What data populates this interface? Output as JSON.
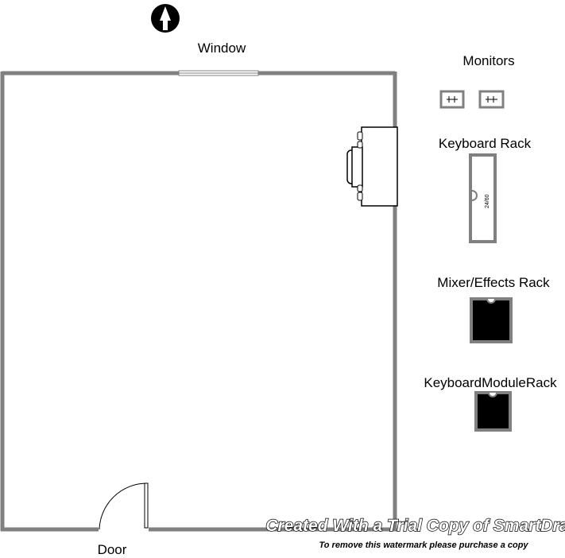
{
  "labels": {
    "window": "Window",
    "monitors": "Monitors",
    "keyboard_rack": "Keyboard Rack",
    "keyboard_rack_size": "24/60",
    "mixer_effects_rack": "Mixer/Effects Rack",
    "keyboard_module_rack": "KeyboardModuleRack",
    "door": "Door"
  },
  "watermark": {
    "line1": "Created With a Trial Copy of SmartDraw",
    "line2": "To remove this watermark please purchase a copy"
  },
  "icons": [
    "north-arrow-icon"
  ],
  "colors": {
    "wall": "#808080",
    "rack_fill": "#000000",
    "rack_border": "#808080",
    "background": "#ffffff"
  }
}
